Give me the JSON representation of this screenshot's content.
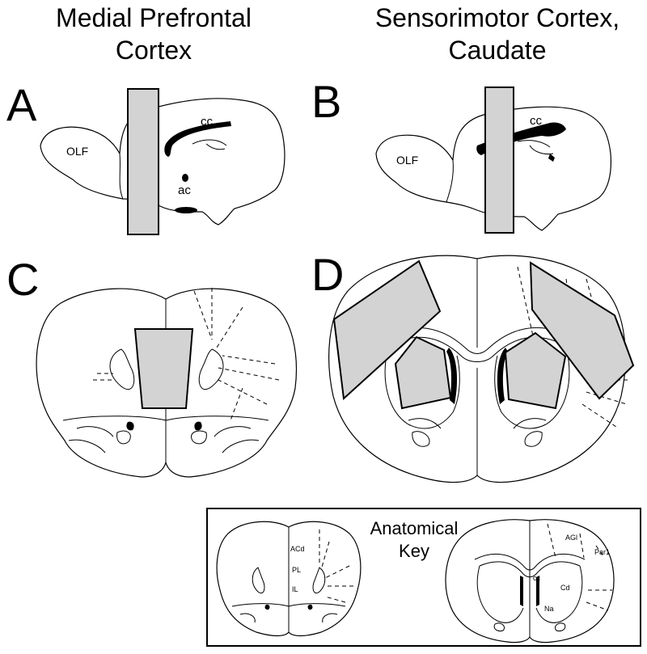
{
  "titles": {
    "left_line1": "Medial Prefrontal",
    "left_line2": "Cortex",
    "right_line1": "Sensorimotor Cortex,",
    "right_line2": "Caudate"
  },
  "panels": {
    "a": "A",
    "b": "B",
    "c": "C",
    "d": "D"
  },
  "sagittal_labels": {
    "olf": "OLF",
    "cc": "cc",
    "ac": "ac"
  },
  "key": {
    "title_line1": "Anatomical",
    "title_line2": "Key",
    "left_labels": [
      "ACd",
      "PL",
      "IL"
    ],
    "right_labels": [
      "AGl",
      "Par1",
      "cc",
      "Cd",
      "Na"
    ]
  },
  "colors": {
    "roi_fill": "#d3d3d3",
    "line": "#000000",
    "background": "#ffffff"
  }
}
